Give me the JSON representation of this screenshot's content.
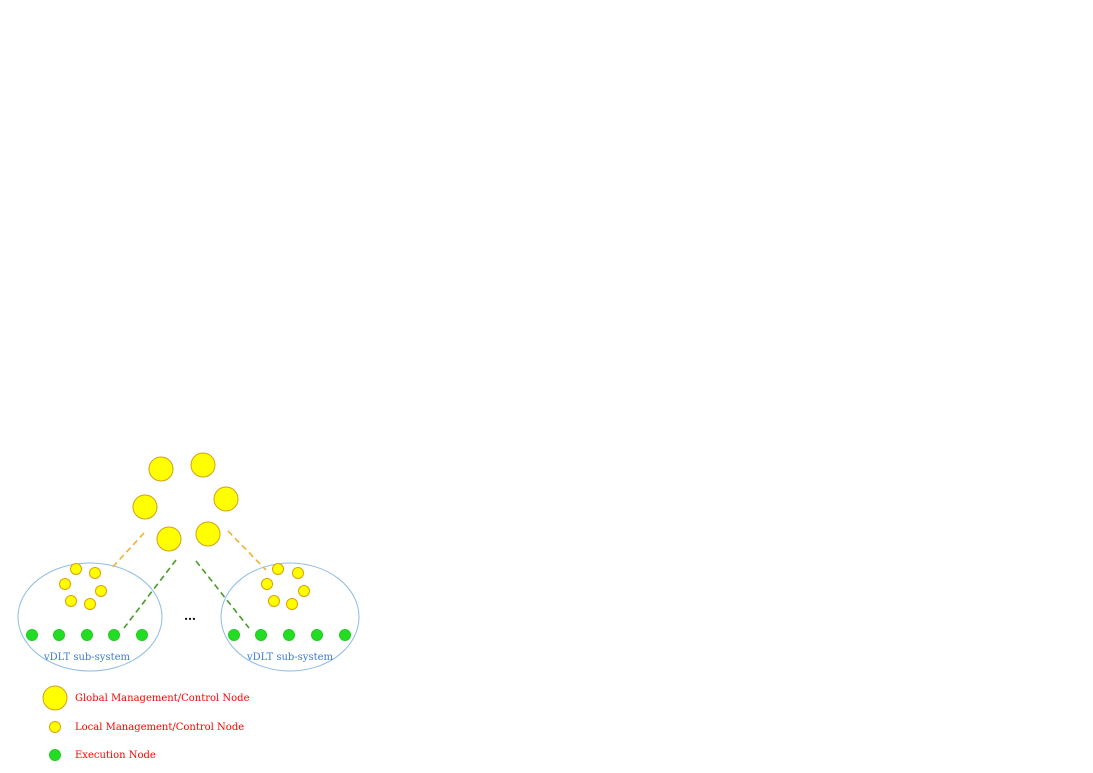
{
  "colors": {
    "global_fill": "#ffff00",
    "global_stroke": "#d4a017",
    "local_fill": "#ffff00",
    "local_stroke": "#e0a000",
    "exec_fill": "#22dd22",
    "exec_stroke": "#22cc22",
    "ellipse_stroke": "#8fbce6",
    "dash_orange": "#f0b030",
    "dash_green": "#4a9a2a",
    "subsystem_text": "#3a7bd5",
    "legend_text": "#ff0000"
  },
  "subsystems": [
    {
      "label": "vDLT sub-system"
    },
    {
      "label": "vDLT sub-system"
    }
  ],
  "ellipsis": "…",
  "legend": [
    {
      "icon": "global-node-icon",
      "label": "Global Management/Control Node"
    },
    {
      "icon": "local-node-icon",
      "label": "Local Management/Control Node"
    },
    {
      "icon": "execution-node-icon",
      "label": "Execution Node"
    }
  ]
}
